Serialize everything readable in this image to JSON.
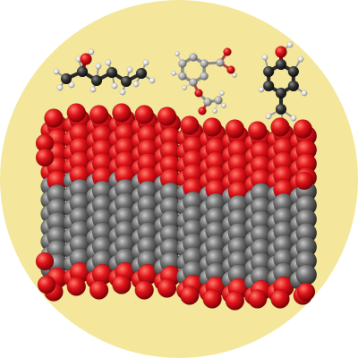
{
  "illustration": {
    "subject": "lipid-bilayer-with-small-molecules",
    "colors": {
      "page_background": "#ffffff",
      "disc_fill": "#f4e79b",
      "oxygen": "#d4141a",
      "carbon_sphere": "#6e6e6e",
      "carbon_stick": "#3a3a3a",
      "hydrogen": "#e6e6e6",
      "molecule2_carbon": "#b4b4b4"
    },
    "molecules": [
      {
        "name": "hexanol-like-chain",
        "style": "ball-and-stick"
      },
      {
        "name": "aspirin-like-molecule",
        "style": "ball-and-stick"
      },
      {
        "name": "cresol-like-molecule",
        "style": "ball-and-stick"
      }
    ],
    "membrane": {
      "style": "space-filling",
      "columns": 12
    }
  }
}
